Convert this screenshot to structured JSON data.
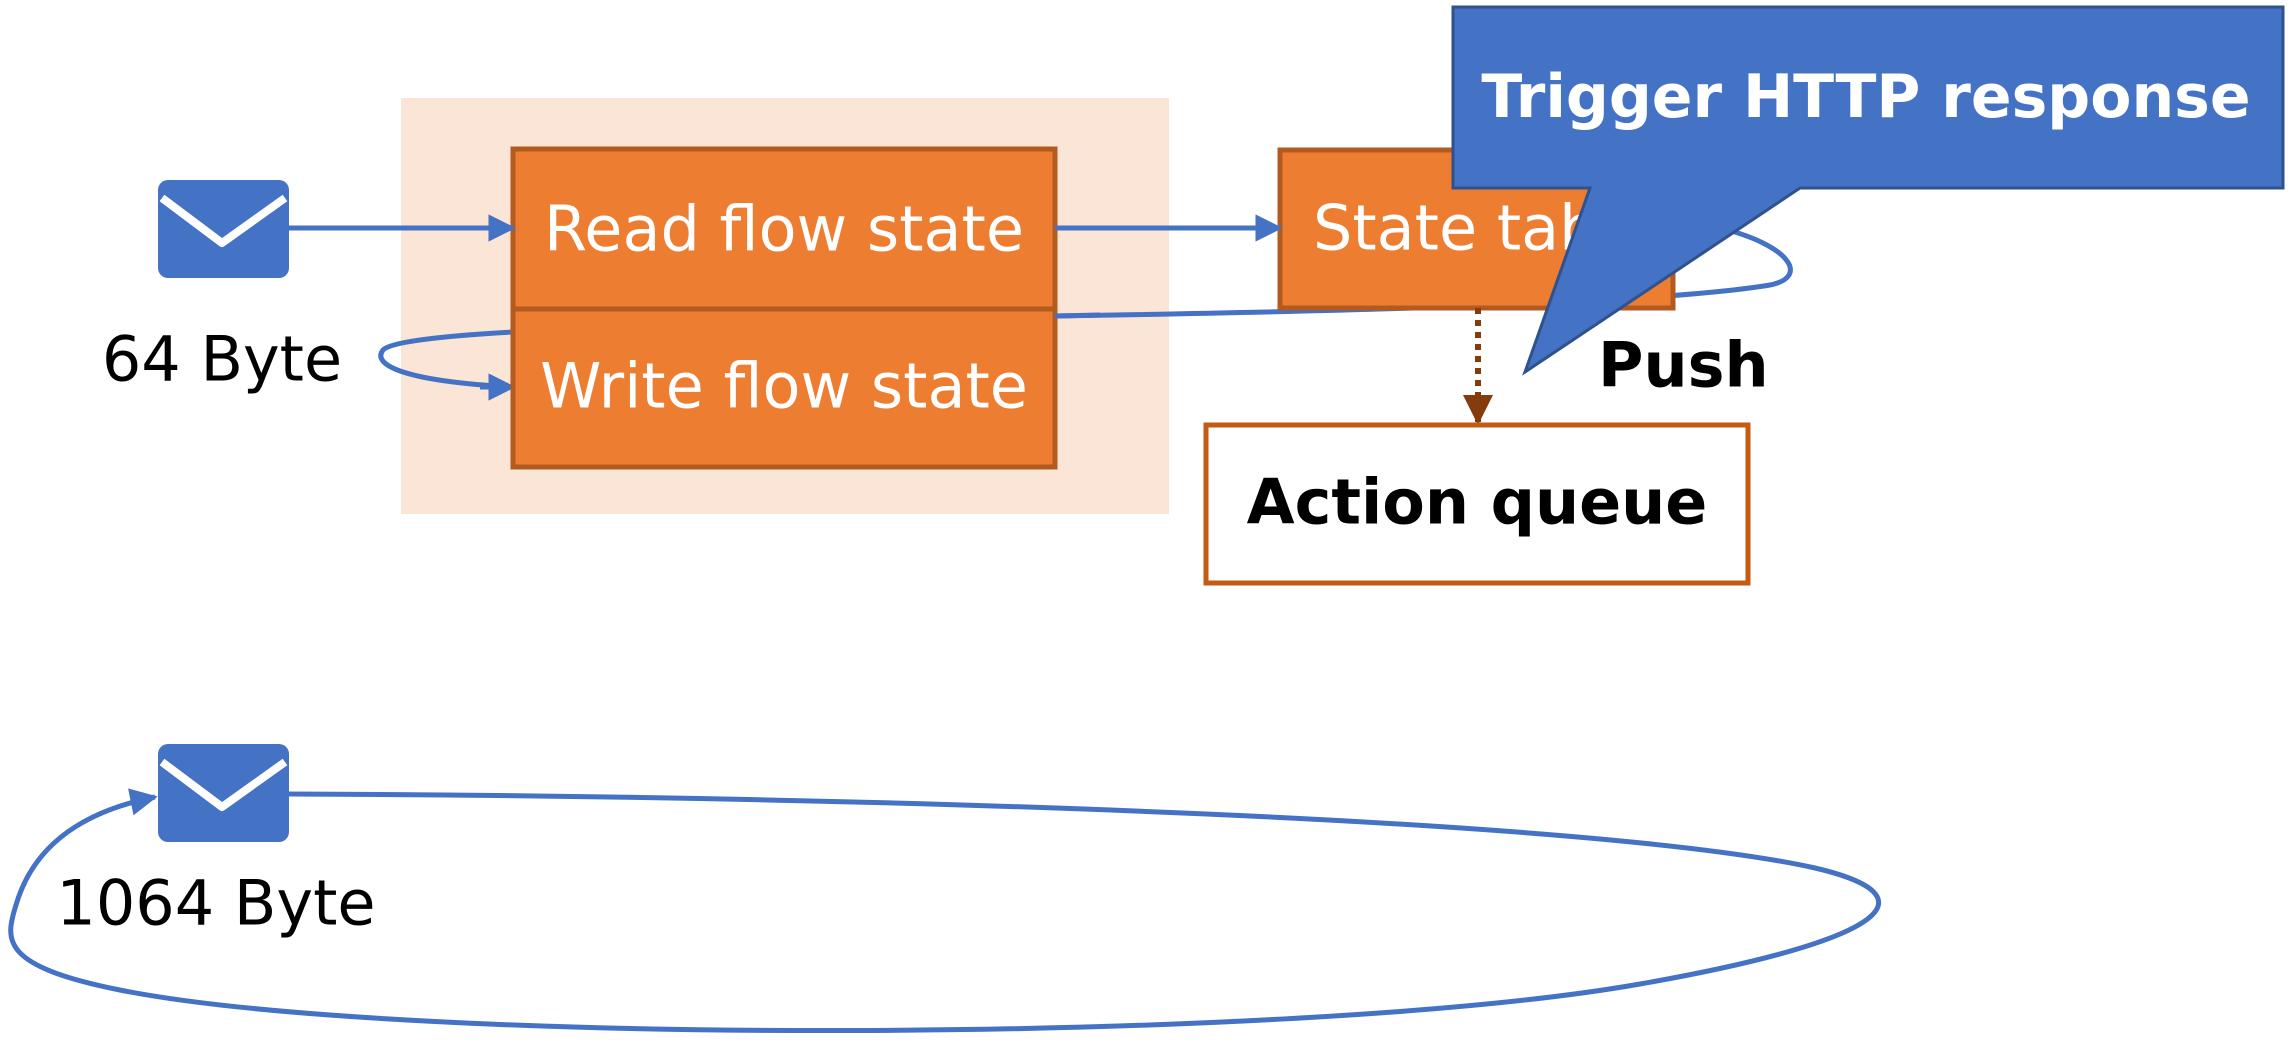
{
  "boxes": {
    "read_flow_state": "Read flow state",
    "write_flow_state": "Write flow state",
    "state_table": "State table",
    "action_queue": "Action queue"
  },
  "labels": {
    "packet_small": "64 Byte",
    "packet_large": "1064 Byte",
    "push": "Push"
  },
  "callout": {
    "text": "Trigger HTTP response"
  },
  "icons": {
    "packet_small": "envelope-icon",
    "packet_large": "envelope-icon"
  },
  "colors": {
    "box_fill": "#ED7D31",
    "box_border": "#B35A1F",
    "group_fill": "#FBE5D6",
    "arrow": "#4472C4",
    "callout_fill": "#4472C4",
    "callout_border": "#2F528F",
    "push_arrow": "#843C0C",
    "queue_border": "#C55A11"
  }
}
